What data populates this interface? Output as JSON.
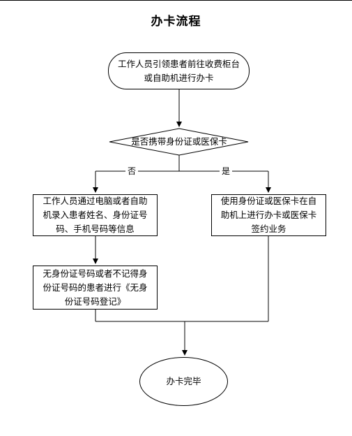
{
  "title": "办卡流程",
  "start": "工作人员引领患者前往收费柜台\n或自助机进行办卡",
  "decision": "是否携带身份证或医保卡",
  "branch_no": "否",
  "branch_yes": "是",
  "no_step1": "工作人员通过电脑或者自助\n机录入患者姓名、身份证号\n码、手机号码等信息",
  "no_step2": "无身份证号码或者不记得身\n份证号码的患者进行《无身\n份证号码登记》",
  "yes_step": "使用身份证或医保卡在自\n助机上进行办卡或医保卡\n签约业务",
  "end": "办卡完毕"
}
